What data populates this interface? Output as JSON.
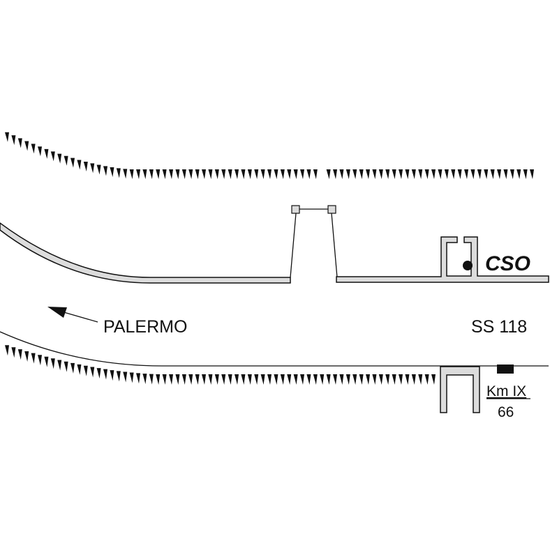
{
  "labels": {
    "direction": "PALERMO",
    "road_name": "SS 118",
    "station_code": "CSO",
    "km_label": "Km IX",
    "km_value": "66"
  },
  "colors": {
    "ink": "#111111",
    "road_fill": "#dcdcdc",
    "background": "#ffffff"
  }
}
